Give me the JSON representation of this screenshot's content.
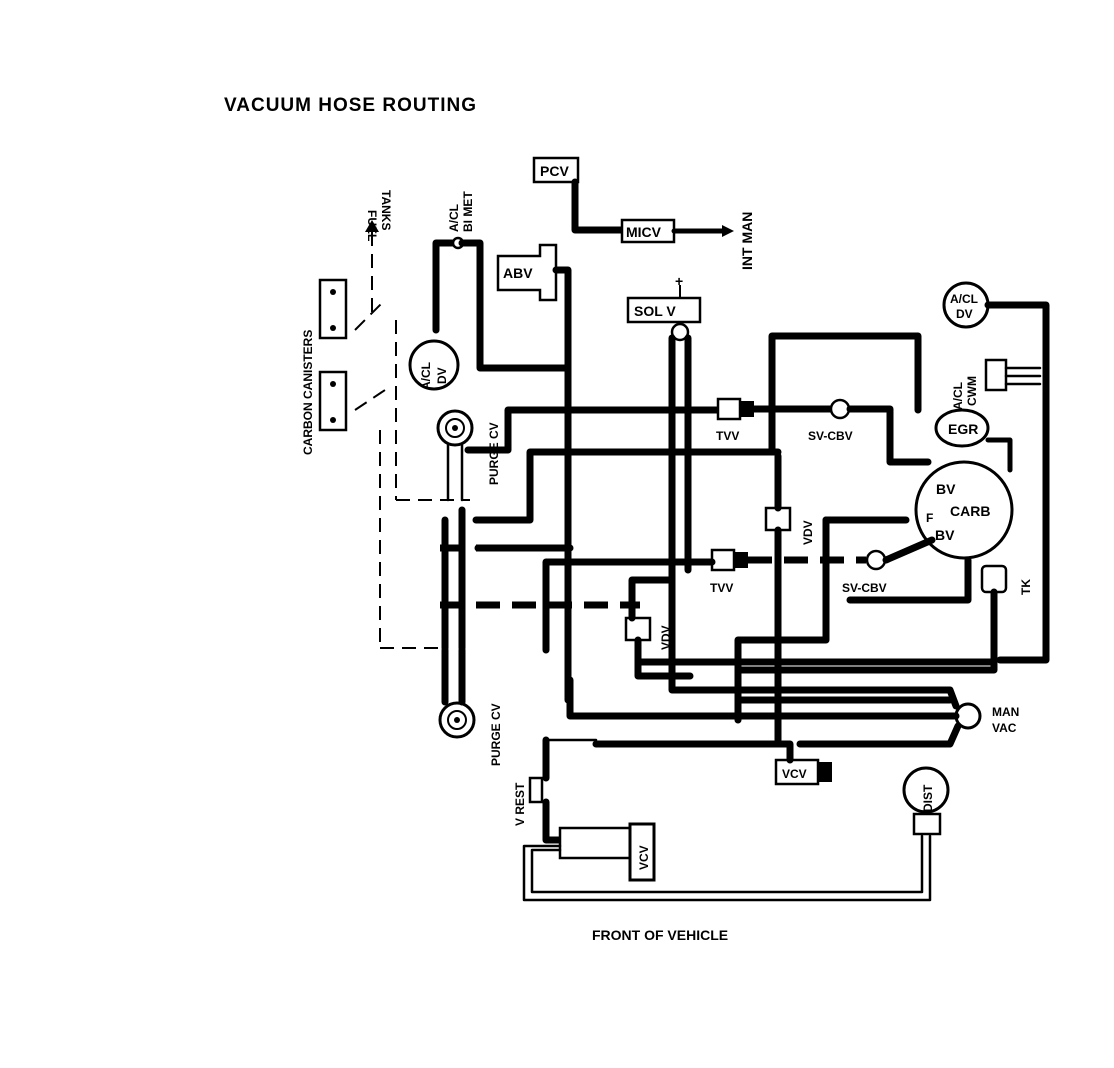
{
  "title": "VACUUM HOSE ROUTING",
  "footer": "FRONT OF VEHICLE",
  "labels": {
    "fuel_tanks_1": "FUEL",
    "fuel_tanks_2": "TANKS",
    "carbon_canisters": "CARBON CANISTERS",
    "acl_bimet_1": "A/CL",
    "acl_bimet_2": "BI MET",
    "pcv": "PCV",
    "micv": "MICV",
    "int_man": "INT MAN",
    "abv": "ABV",
    "sol_v": "SOL V",
    "acl_dv_top_1": "A/CL",
    "acl_dv_top_2": "DV",
    "acl_dv_left_1": "A/CL",
    "acl_dv_left_2": "DV",
    "acl_cwm_1": "A/CL",
    "acl_cwm_2": "CWM",
    "purge_cv_top": "PURGE CV",
    "purge_cv_bottom": "PURGE CV",
    "tvv_top": "TVV",
    "tvv_bottom": "TVV",
    "sv_cbv_top": "SV-CBV",
    "sv_cbv_bottom": "SV-CBV",
    "egr": "EGR",
    "carb": "CARB",
    "bv_top": "BV",
    "bv_bottom": "BV",
    "f": "F",
    "vdv_upper": "VDV",
    "vdv_lower": "VDV",
    "tk": "TK",
    "man_vac_1": "MAN",
    "man_vac_2": "VAC",
    "vcv_center": "VCV",
    "vcv_lower": "VCV",
    "v_rest": "V REST",
    "dist": "DIST",
    "plus": "+"
  }
}
